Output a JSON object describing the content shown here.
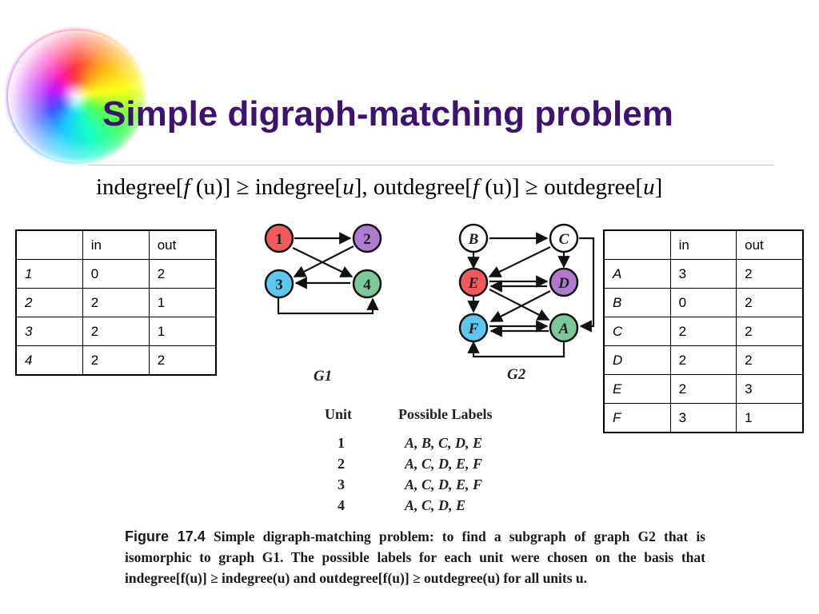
{
  "title": "Simple digraph-matching problem",
  "formula": {
    "part1": "indegree[",
    "f": "f",
    "u1": "(u)",
    "part2": "] ≥ indegree[",
    "u2": "u",
    "part3": "], outdegree[",
    "f2": "f",
    "u3": "(u)",
    "part4": "] ≥ outdegree[",
    "u4": "u",
    "part5": "]"
  },
  "table_left": {
    "headers": [
      "",
      "in",
      "out"
    ],
    "rows": [
      {
        "label": "1",
        "in": "0",
        "out": "2"
      },
      {
        "label": "2",
        "in": "2",
        "out": "1"
      },
      {
        "label": "3",
        "in": "2",
        "out": "1"
      },
      {
        "label": "4",
        "in": "2",
        "out": "2"
      }
    ]
  },
  "table_right": {
    "headers": [
      "",
      "in",
      "out"
    ],
    "rows": [
      {
        "label": "A",
        "in": "3",
        "out": "2"
      },
      {
        "label": "B",
        "in": "0",
        "out": "2"
      },
      {
        "label": "C",
        "in": "2",
        "out": "2"
      },
      {
        "label": "D",
        "in": "2",
        "out": "2"
      },
      {
        "label": "E",
        "in": "2",
        "out": "3"
      },
      {
        "label": "F",
        "in": "3",
        "out": "1"
      }
    ]
  },
  "graph1": {
    "name": "G1",
    "nodes": [
      {
        "label": "1",
        "color": "#f05a5a"
      },
      {
        "label": "2",
        "color": "#b07ad0"
      },
      {
        "label": "3",
        "color": "#5cc8f0"
      },
      {
        "label": "4",
        "color": "#7cc89a"
      }
    ]
  },
  "graph2": {
    "name": "G2",
    "nodes": [
      {
        "label": "B",
        "color": "#ffffff"
      },
      {
        "label": "C",
        "color": "#ffffff"
      },
      {
        "label": "E",
        "color": "#f05a5a"
      },
      {
        "label": "D",
        "color": "#b07ad0"
      },
      {
        "label": "F",
        "color": "#5cc8f0"
      },
      {
        "label": "A",
        "color": "#7cc89a"
      }
    ]
  },
  "unit_table": {
    "header_unit": "Unit",
    "header_labels": "Possible Labels",
    "rows": [
      {
        "unit": "1",
        "labels": "A, B, C, D, E"
      },
      {
        "unit": "2",
        "labels": "A, C, D, E, F"
      },
      {
        "unit": "3",
        "labels": "A, C, D, E, F"
      },
      {
        "unit": "4",
        "labels": "A, C, D, E"
      }
    ]
  },
  "caption": {
    "figure_number": "Figure 17.4",
    "text": "Simple digraph-matching problem: to find a subgraph of graph G2 that is isomorphic to graph G1. The possible labels for each unit were chosen on the basis that indegree[f(u)] ≥ indegree(u) and outdegree[f(u)] ≥ outdegree(u) for all units u."
  }
}
